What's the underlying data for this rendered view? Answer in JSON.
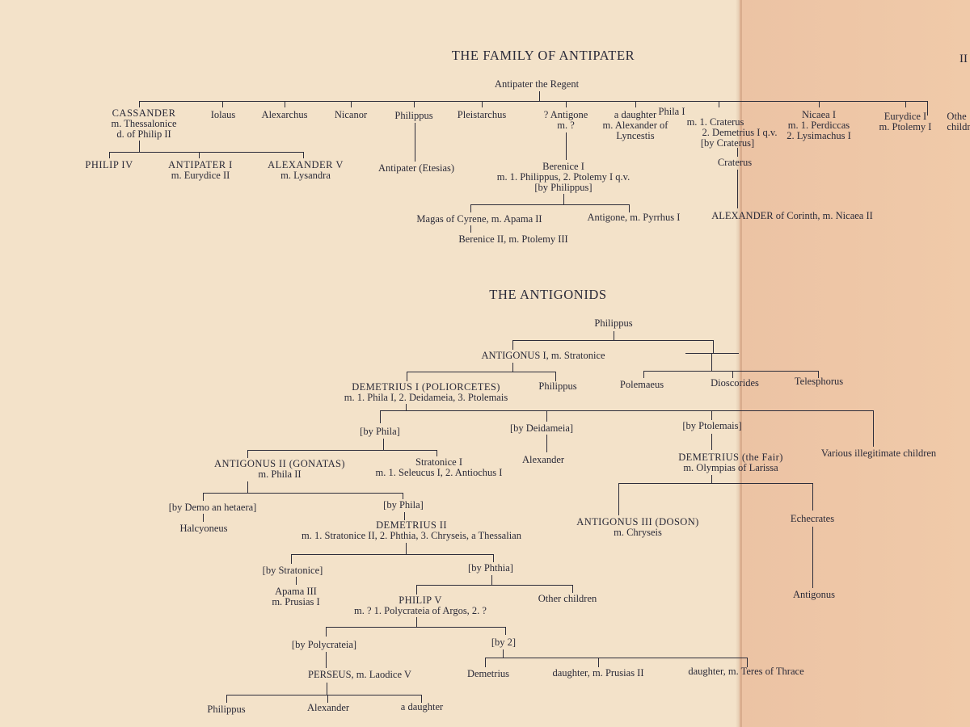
{
  "page_number": "II",
  "family_of_antipater": {
    "title": "THE FAMILY OF ANTIPATER",
    "root": "Antipater the Regent",
    "children": {
      "cassander": [
        "CASSANDER",
        "m. Thessalonice",
        "d. of Philip II"
      ],
      "iolaus": "Iolaus",
      "alexarchus": "Alexarchus",
      "nicanor": "Nicanor",
      "philippus": "Philippus",
      "pleistarchus": "Pleistarchus",
      "antigone": [
        "? Antigone",
        "m. ?"
      ],
      "a_daughter": [
        "a daughter",
        "m. Alexander of",
        "Lyncestis"
      ],
      "phila": [
        "Phila I",
        "m. 1. Craterus",
        "2. Demetrius I q.v.",
        "[by Craterus]"
      ],
      "nicaea": [
        "Nicaea I",
        "m. 1. Perdiccas",
        "2. Lysimachus I"
      ],
      "eurydice": [
        "Eurydice I",
        "m. Ptolemy I"
      ],
      "others": [
        "Othe",
        "childr"
      ]
    },
    "grandchildren": {
      "philip_iv": "PHILIP IV",
      "antipater_i": [
        "ANTIPATER I",
        "m. Eurydice II"
      ],
      "alexander_v": [
        "ALEXANDER V",
        "m. Lysandra"
      ],
      "antipater_etesias": "Antipater (Etesias)",
      "berenice_i": [
        "Berenice I",
        "m. 1. Philippus, 2. Ptolemy I q.v.",
        "[by Philippus]"
      ],
      "craterus": "Craterus"
    },
    "great_grandchildren": {
      "magas": "Magas of Cyrene, m. Apama II",
      "antigone_pyrrhus": "Antigone, m. Pyrrhus I",
      "berenice_ii": "Berenice II, m. Ptolemy III",
      "alexander_corinth": "ALEXANDER of Corinth, m. Nicaea II"
    }
  },
  "antigonids": {
    "title": "THE ANTIGONIDS",
    "root": "Philippus",
    "antigonus_i": "ANTIGONUS I, m. Stratonice",
    "polemaeus": "Polemaeus",
    "dioscorides": "Dioscorides",
    "telesphorus": "Telesphorus",
    "demetrius_i": [
      "DEMETRIUS I (POLIORCETES)",
      "m. 1. Phila I, 2. Deidameia, 3. Ptolemais"
    ],
    "philippus2": "Philippus",
    "by_phila": "[by Phila]",
    "by_deidameia": "[by Deidameia]",
    "by_ptolemais": "[by Ptolemais]",
    "illegitimate": "Various illegitimate children",
    "antigonus_ii": [
      "ANTIGONUS II (GONATAS)",
      "m. Phila II"
    ],
    "stratonice_i": [
      "Stratonice I",
      "m. 1. Seleucus I, 2. Antiochus I"
    ],
    "alexander_d": "Alexander",
    "demetrius_fair": [
      "DEMETRIUS (the Fair)",
      "m. Olympias of Larissa"
    ],
    "by_demo": "[by Demo an hetaera]",
    "by_phila2": "[by Phila]",
    "halcyoneus": "Halcyoneus",
    "demetrius_ii": [
      "DEMETRIUS II",
      "m. 1. Stratonice II, 2. Phthia, 3. Chryseis, a Thessalian"
    ],
    "antigonus_iii": [
      "ANTIGONUS III (DOSON)",
      "m. Chryseis"
    ],
    "echecrates": "Echecrates",
    "by_stratonice": "[by Stratonice]",
    "by_phthia": "[by Phthia]",
    "apama_iii": [
      "Apama III",
      "m. Prusias I"
    ],
    "philip_v": [
      "PHILIP V",
      "m. ? 1. Polycrateia of Argos, 2. ?"
    ],
    "other_children": "Other children",
    "antigonus_son": "Antigonus",
    "by_polycrateia": "[by Polycrateia]",
    "by_2": "[by 2]",
    "perseus": "PERSEUS, m. Laodice V",
    "demetrius_son": "Demetrius",
    "daughter_prusias": "daughter, m. Prusias II",
    "daughter_teres": "daughter, m. Teres of Thrace",
    "philippus3": "Philippus",
    "alexander3": "Alexander",
    "a_daughter3": "a daughter"
  }
}
